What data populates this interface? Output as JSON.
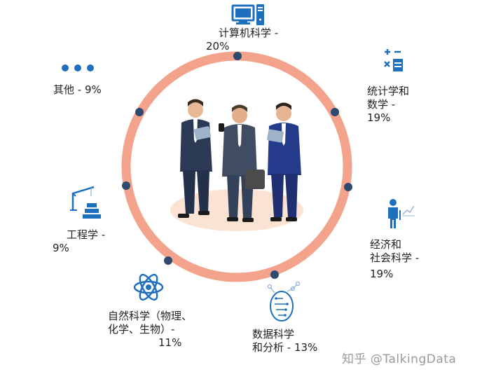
{
  "accent_ring_color": "#f3a38c",
  "dot_color": "#2e4a6e",
  "icon_color": "#1f6fbf",
  "segments": [
    {
      "id": "cs",
      "icon": "computer-icon",
      "lines": [
        "计算机科学 -",
        "20%"
      ]
    },
    {
      "id": "stats",
      "icon": "calculator-icon",
      "lines": [
        "统计学和",
        "数学 -",
        "19%"
      ]
    },
    {
      "id": "econ",
      "icon": "presenter-chart-icon",
      "lines": [
        "经济和",
        "社会科学 -",
        "19%"
      ]
    },
    {
      "id": "data",
      "icon": "brain-circuit-icon",
      "lines": [
        "数据科学",
        "和分析 - 13%"
      ]
    },
    {
      "id": "natsci",
      "icon": "atom-icon",
      "lines": [
        "自然科学（物理、",
        "化学、生物）-",
        "11%"
      ]
    },
    {
      "id": "eng",
      "icon": "crane-icon",
      "lines": [
        "工程学 -",
        "9%"
      ]
    },
    {
      "id": "other",
      "icon": "dots-icon",
      "lines": [
        "其他 - 9%"
      ]
    }
  ],
  "watermark": "知乎 @TalkingData"
}
